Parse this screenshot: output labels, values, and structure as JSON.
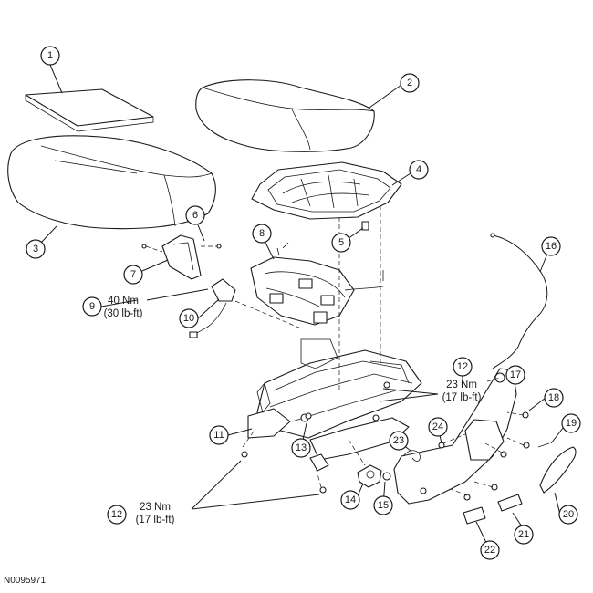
{
  "figure_id": "N0095971",
  "callouts": [
    "1",
    "2",
    "3",
    "4",
    "5",
    "6",
    "7",
    "8",
    "9",
    "10",
    "11",
    "12",
    "13",
    "14",
    "15",
    "16",
    "17",
    "18",
    "19",
    "20",
    "21",
    "22",
    "23",
    "24"
  ],
  "torque": {
    "t40": {
      "nm": "40 Nm",
      "lbft": "(30 lb-ft)"
    },
    "t23_upper": {
      "nm": "23 Nm",
      "lbft": "(17 lb-ft)"
    },
    "t23_lower": {
      "nm": "23 Nm",
      "lbft": "(17 lb-ft)"
    }
  }
}
